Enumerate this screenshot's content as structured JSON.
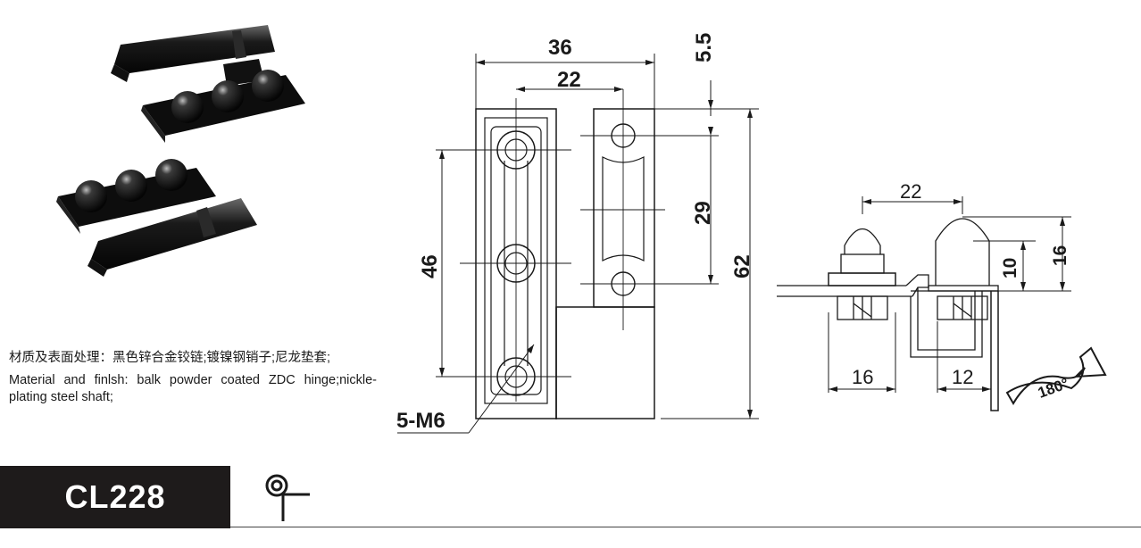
{
  "description": {
    "chinese": "材质及表面处理：黑色锌合金铰链;镀镍钢销子;尼龙垫套;",
    "english": "Material and finlsh: balk powder coated ZDC hinge;nickle-plating steel shaft;"
  },
  "model": {
    "code": "CL228"
  },
  "front_view": {
    "dim_width": "36",
    "dim_hole_spacing": "22",
    "dim_top_offset": "5.5",
    "dim_right_holes": "29",
    "dim_left_holes": "46",
    "dim_height": "62",
    "hole_callout": "5-M6"
  },
  "side_view": {
    "dim_stud_spacing": "22",
    "dim_cap_height": "10",
    "dim_total_height": "16",
    "dim_left": "16",
    "dim_right": "12",
    "rotation": "180°"
  },
  "icons": {
    "hinge_symbol": "hinge-symbol-icon"
  }
}
